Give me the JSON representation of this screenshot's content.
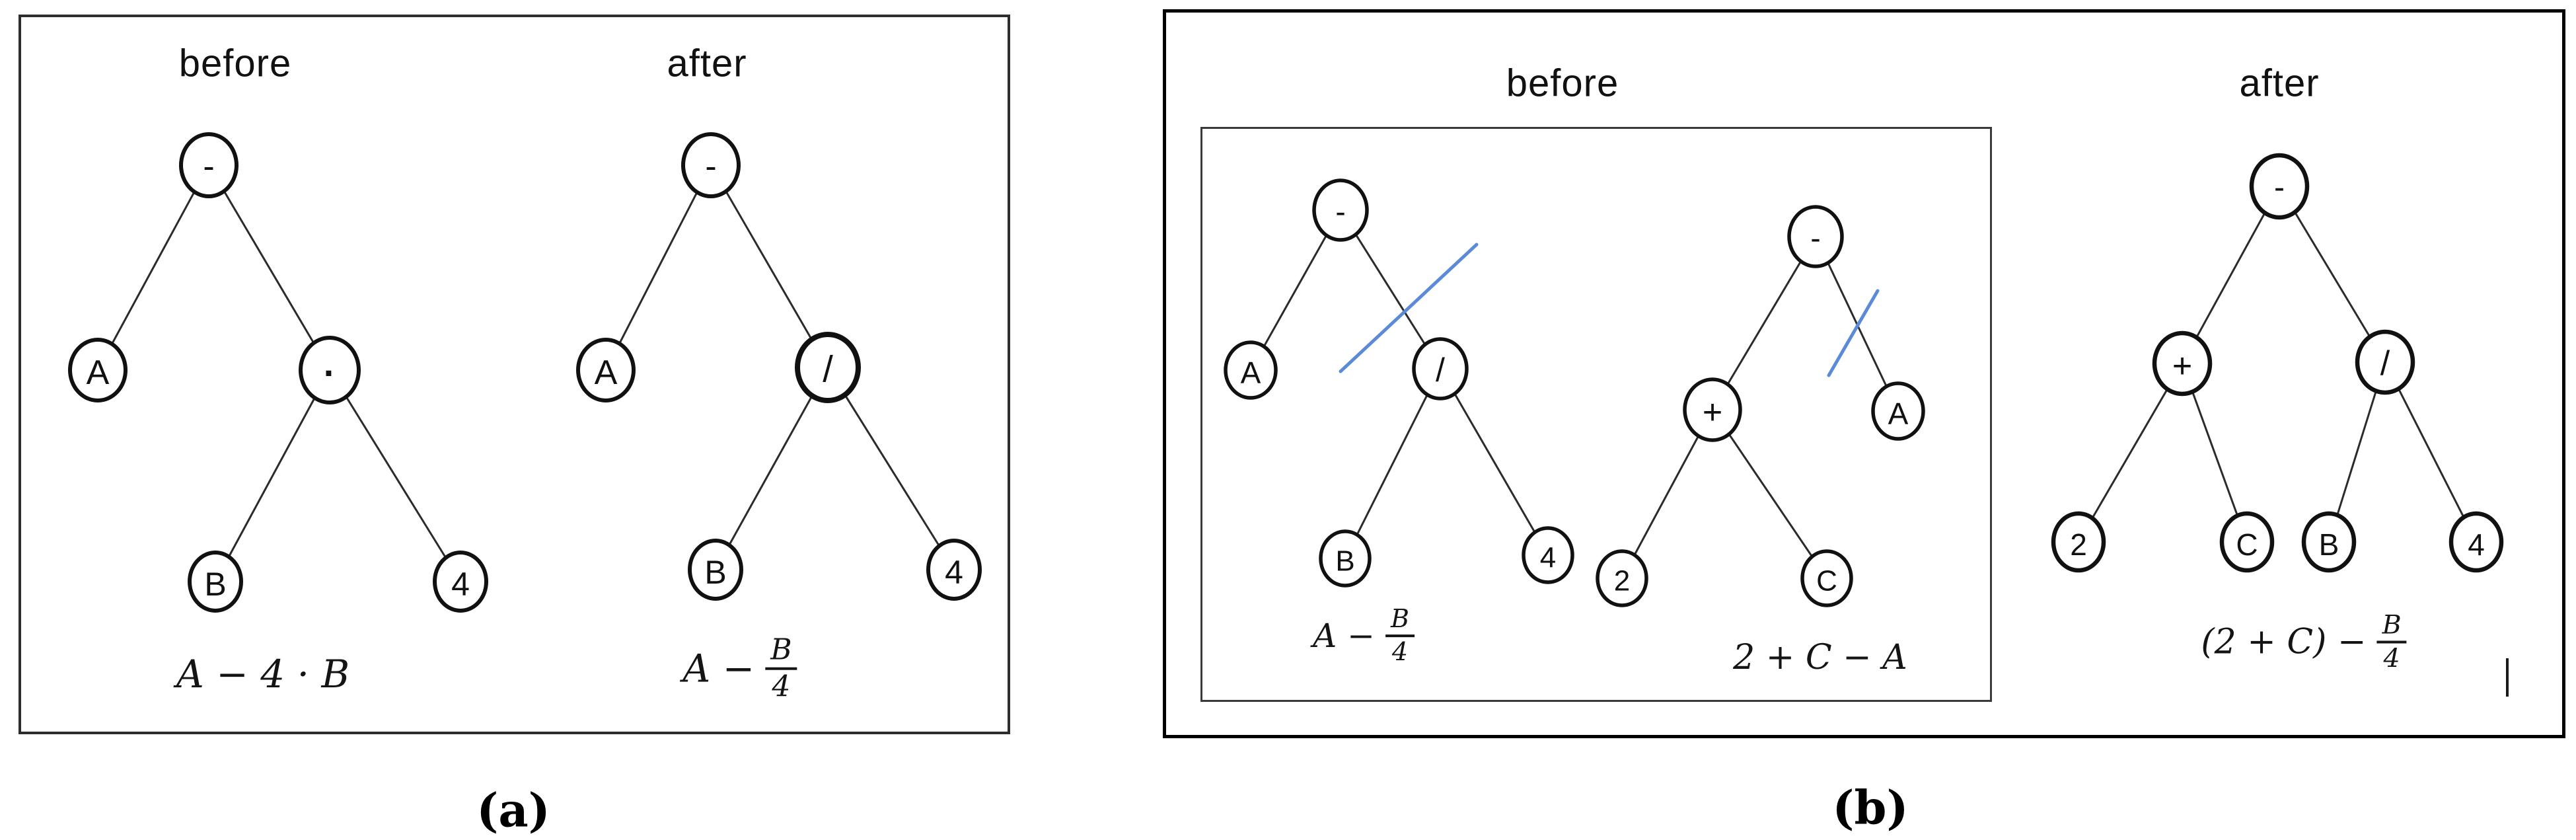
{
  "figure": {
    "panel_a": {
      "caption": "(a)",
      "before_header": "before",
      "after_header": "after",
      "before_tree": {
        "root": "-",
        "left_leaf": "A",
        "op": "·",
        "leaf_b": "B",
        "leaf_4": "4"
      },
      "after_tree": {
        "root": "-",
        "left_leaf": "A",
        "op": "/",
        "leaf_b": "B",
        "leaf_4": "4"
      },
      "before_formula": "A − 4 · B",
      "after_formula": {
        "lead": "A −",
        "num": "B",
        "den": "4"
      }
    },
    "panel_b": {
      "caption": "(b)",
      "before_header": "before",
      "after_header": "after",
      "tree1": {
        "root": "-",
        "left_leaf": "A",
        "op": "/",
        "leaf_b": "B",
        "leaf_4": "4"
      },
      "tree1_formula": {
        "lead": "A −",
        "num": "B",
        "den": "4"
      },
      "tree2": {
        "root": "-",
        "op": "+",
        "right_leaf": "A",
        "leaf_2": "2",
        "leaf_c": "C"
      },
      "tree2_formula": "2 + C − A",
      "after_tree": {
        "root": "-",
        "op_left": "+",
        "op_right": "/",
        "leaf_2": "2",
        "leaf_c": "C",
        "leaf_b": "B",
        "leaf_4": "4"
      },
      "after_formula": {
        "lead": "(2 + C) −",
        "num": "B",
        "den": "4"
      }
    },
    "colors": {
      "highlight_red": "#fe0000",
      "annotation_blue": "#5b8bd8",
      "ink": "#111111"
    }
  }
}
